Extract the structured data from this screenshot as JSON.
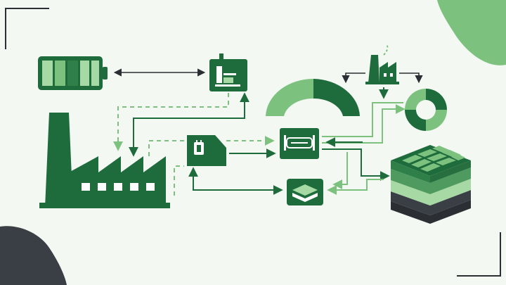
{
  "colors": {
    "background": "#f3f8f3",
    "dark_green": "#1e6b3c",
    "mid_green": "#4f9a5e",
    "light_green": "#7cc27e",
    "pale_green": "#a6d9a3",
    "charcoal": "#3a3e45",
    "white": "#ffffff"
  },
  "nodes": [
    {
      "id": "battery",
      "icon": "battery-icon"
    },
    {
      "id": "generator",
      "icon": "generator-icon"
    },
    {
      "id": "factory-large",
      "icon": "factory-icon"
    },
    {
      "id": "factory-small",
      "icon": "small-factory-icon"
    },
    {
      "id": "storage-card",
      "icon": "storage-card-icon"
    },
    {
      "id": "controller",
      "icon": "controller-icon"
    },
    {
      "id": "layers",
      "icon": "layers-icon"
    },
    {
      "id": "gauge",
      "icon": "gauge-arc-icon"
    },
    {
      "id": "donut",
      "icon": "donut-ring-icon"
    },
    {
      "id": "solar-stack",
      "icon": "solar-stack-icon"
    }
  ]
}
